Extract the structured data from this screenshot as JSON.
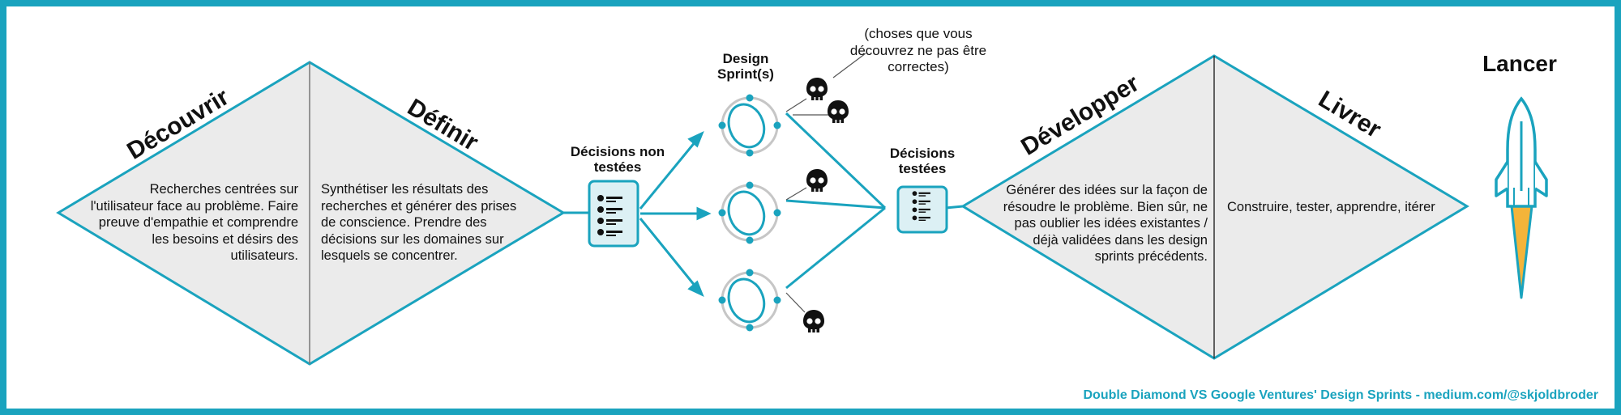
{
  "diamond1": {
    "left_title": "Découvrir",
    "right_title": "Définir",
    "left_text": "Recherches centrées sur l'utilisateur face au problème. Faire preuve d'empathie et comprendre les besoins et désirs des utilisateurs.",
    "right_text": "Synthétiser les résultats des recherches et générer des prises de conscience. Prendre des décisions sur les domaines sur lesquels se concentrer."
  },
  "decisions_untested": "Décisions non testées",
  "design_sprints": "Design Sprint(s)",
  "note": "(choses que vous découvrez ne pas être correctes)",
  "decisions_tested": "Décisions testées",
  "diamond2": {
    "left_title": "Développer",
    "right_title": "Livrer",
    "left_text": "Générer des idées sur la façon de résoudre le problème. Bien sûr, ne pas oublier les idées existantes / déjà validées dans les design sprints précédents.",
    "right_text": "Construire, tester, apprendre, itérer"
  },
  "launch": "Lancer",
  "footer": "Double Diamond VS Google Ventures' Design Sprints - medium.com/@skjoldbroder",
  "colors": {
    "accent": "#1aa3be",
    "diamond_fill": "#ebebeb",
    "rocket_flame": "#f3b43a"
  },
  "icons": [
    "checklist-icon",
    "sprint-cycle-icon",
    "skull-icon",
    "rocket-icon"
  ]
}
